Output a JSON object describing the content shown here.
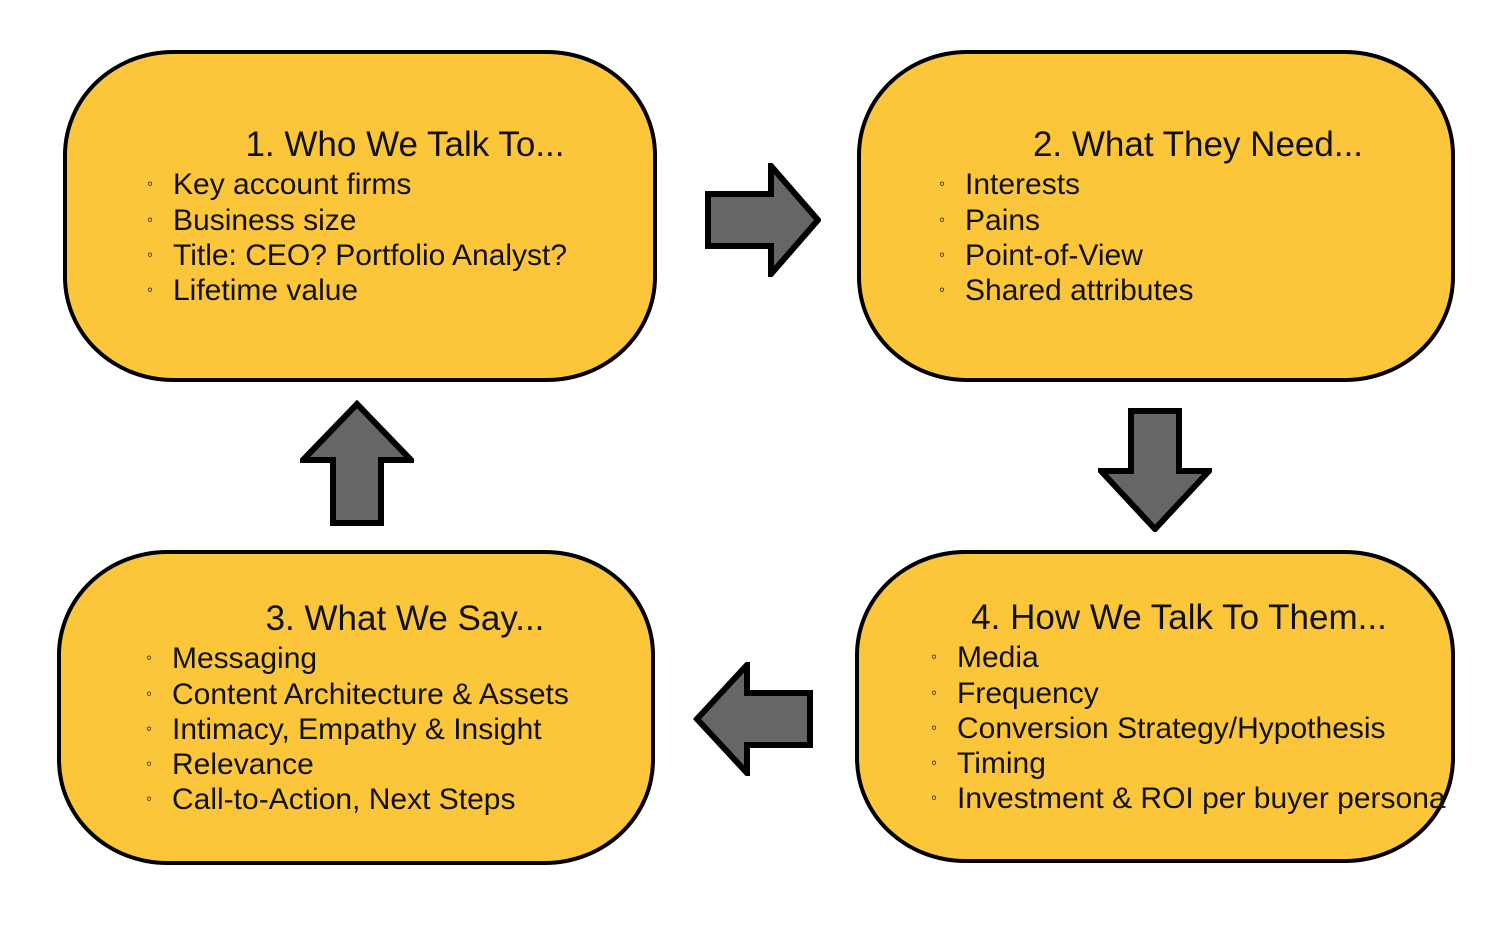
{
  "diagram": {
    "type": "cycle-flow",
    "background_color": "#ffffff",
    "node_fill_color": "#fbc63a",
    "node_border_color": "#000000",
    "arrow_fill_color": "#666666",
    "arrow_border_color": "#000000",
    "bullet_glyph": "◦",
    "nodes": [
      {
        "id": "node-1",
        "title": "1. Who We Talk To...",
        "bullets": [
          "Key account firms",
          "Business size",
          "Title: CEO? Portfolio Analyst?",
          "Lifetime value"
        ]
      },
      {
        "id": "node-2",
        "title": "2. What They Need...",
        "bullets": [
          "Interests",
          "Pains",
          "Point-of-View",
          "Shared attributes"
        ]
      },
      {
        "id": "node-3",
        "title": "3. What We Say...",
        "bullets": [
          "Messaging",
          "Content Architecture & Assets",
          "Intimacy, Empathy & Insight",
          "Relevance",
          "Call-to-Action, Next Steps"
        ]
      },
      {
        "id": "node-4",
        "title": "4. How We Talk To Them...",
        "bullets": [
          "Media",
          "Frequency",
          "Conversion Strategy/Hypothesis",
          "Timing",
          "Investment & ROI per buyer persona"
        ]
      }
    ],
    "arrows": [
      {
        "id": "arrow-right",
        "direction": "right",
        "from": "node-1",
        "to": "node-2"
      },
      {
        "id": "arrow-down",
        "direction": "down",
        "from": "node-2",
        "to": "node-4"
      },
      {
        "id": "arrow-left",
        "direction": "left",
        "from": "node-4",
        "to": "node-3"
      },
      {
        "id": "arrow-up",
        "direction": "up",
        "from": "node-3",
        "to": "node-1"
      }
    ]
  }
}
